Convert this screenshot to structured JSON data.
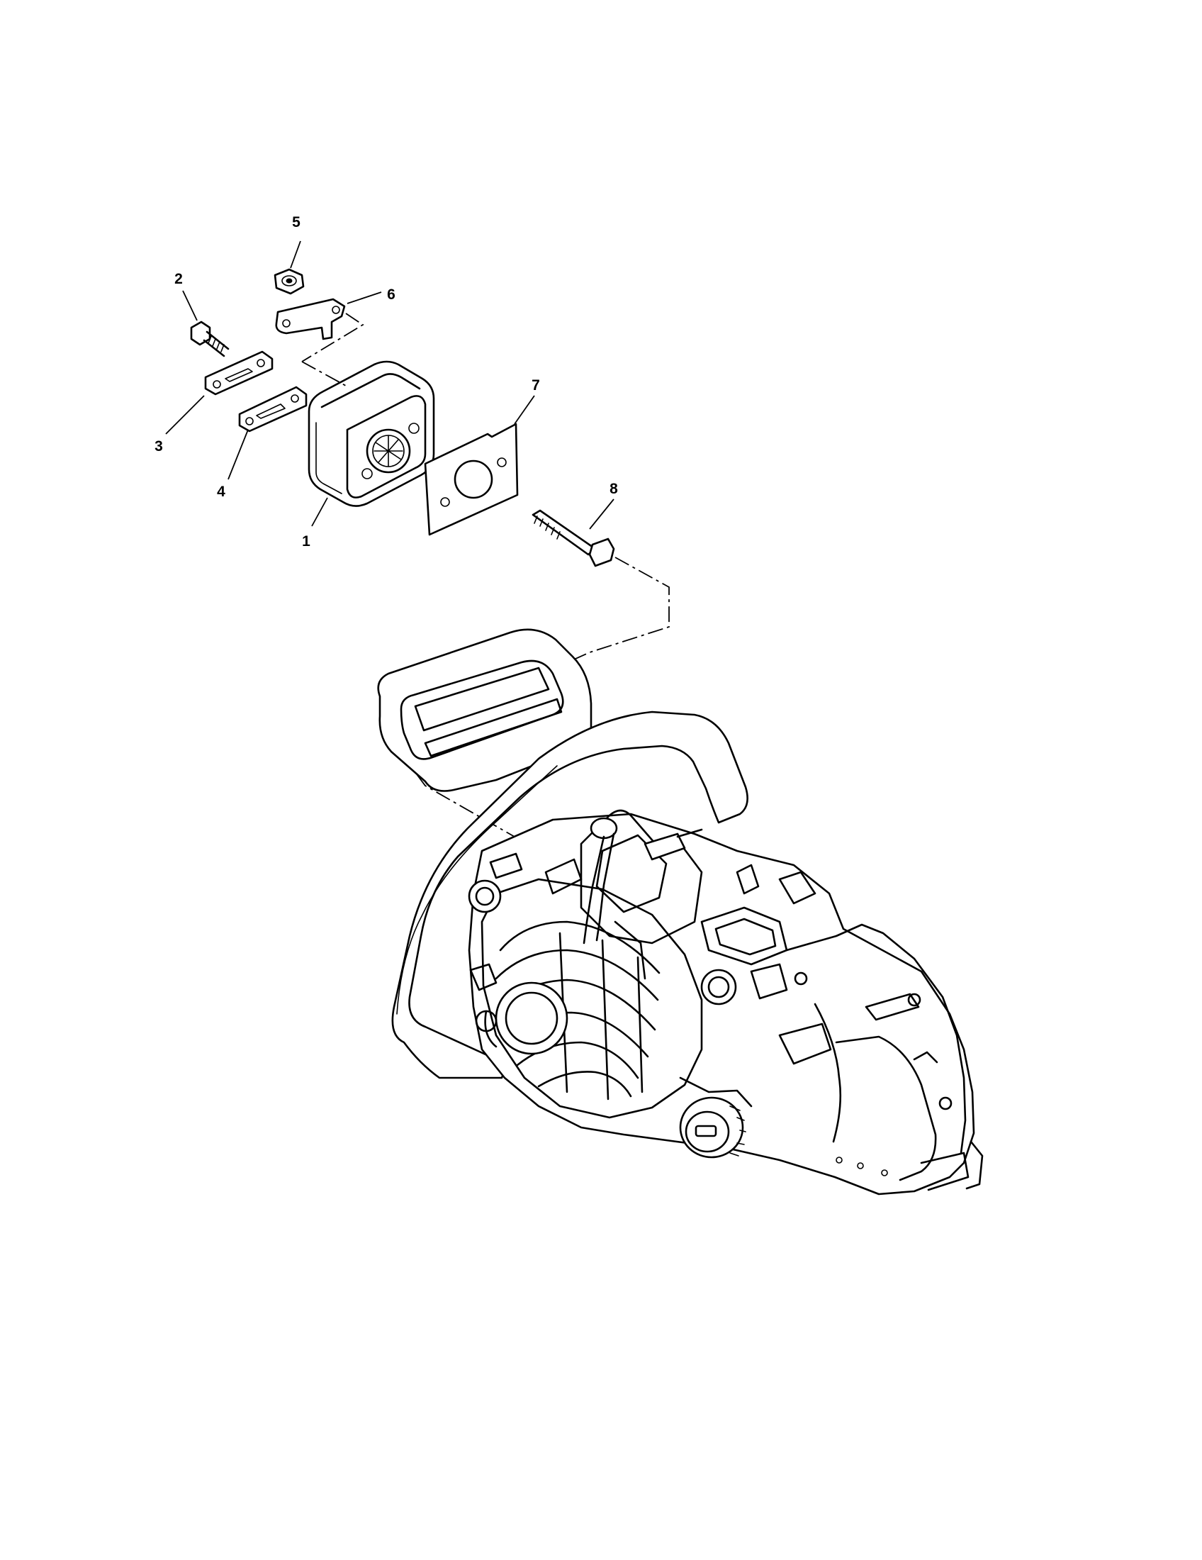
{
  "parts": [
    {
      "id": "1",
      "label": "1"
    },
    {
      "id": "2",
      "label": "2"
    },
    {
      "id": "3",
      "label": "3"
    },
    {
      "id": "4",
      "label": "4"
    },
    {
      "id": "5",
      "label": "5"
    },
    {
      "id": "6",
      "label": "6"
    },
    {
      "id": "7",
      "label": "7"
    },
    {
      "id": "8",
      "label": "8"
    }
  ]
}
